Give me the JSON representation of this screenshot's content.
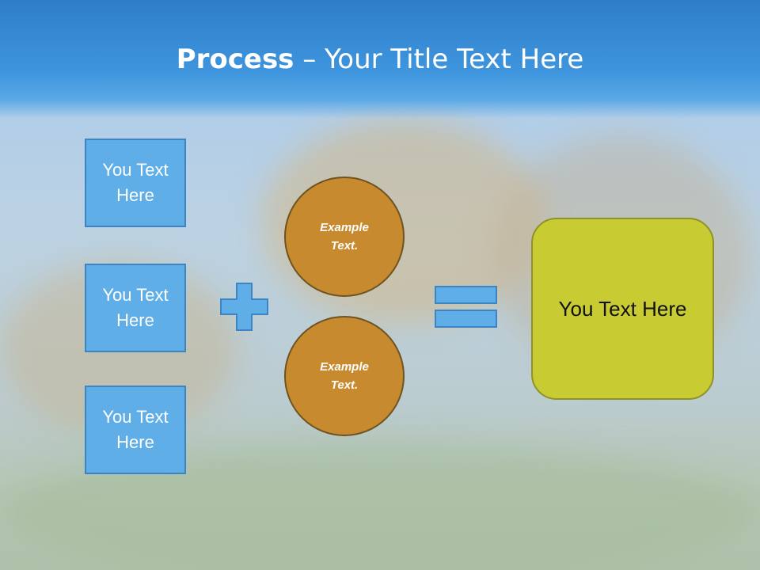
{
  "slide": {
    "title_bold": "Process",
    "title_rest": " – Your Title Text Here"
  },
  "inputs": [
    {
      "label": "You Text Here"
    },
    {
      "label": "You Text Here"
    },
    {
      "label": "You Text Here"
    }
  ],
  "operators": {
    "plus_icon": "plus-sign",
    "equals_icon": "equals-sign"
  },
  "circles": [
    {
      "label": "Example Text."
    },
    {
      "label": "Example Text."
    }
  ],
  "result": {
    "label": "You Text Here"
  },
  "colors": {
    "header": "#3e95dd",
    "input_box": "#5faee8",
    "input_border": "#3d84c2",
    "circle": "#c88a2e",
    "result": "#c8cb32",
    "operator": "#5faee8"
  }
}
